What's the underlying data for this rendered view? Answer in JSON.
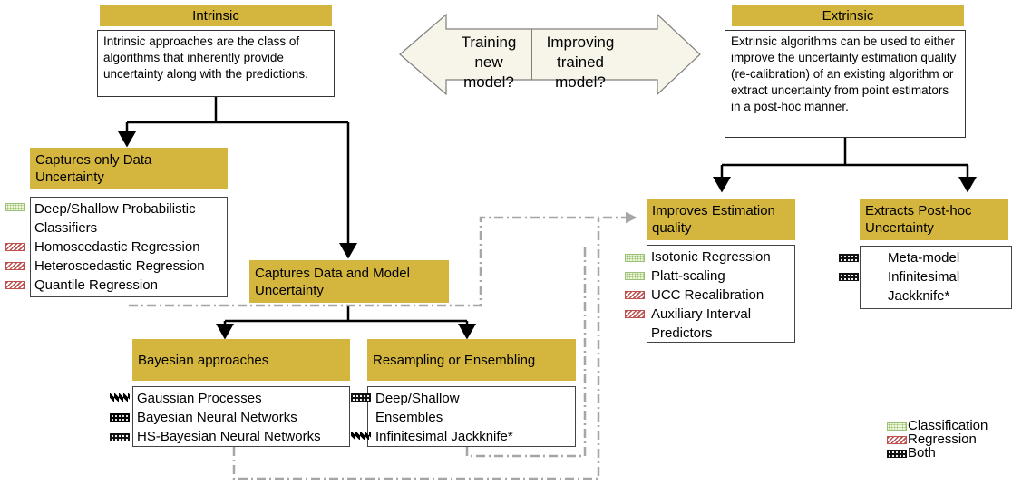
{
  "intrinsic": {
    "title": "Intrinsic",
    "description": "Intrinsic approaches are the class of algorithms that inherently provide uncertainty along with the predictions."
  },
  "extrinsic": {
    "title": "Extrinsic",
    "description": "Extrinsic algorithms can be used to either improve the uncertainty estimation quality (re-calibration) of an existing algorithm or extract uncertainty from point estimators in a post-hoc manner."
  },
  "question": {
    "left": "Training new model?",
    "right": "Improving trained model?"
  },
  "data_uncertainty": {
    "title": "Captures only Data Uncertainty",
    "items": [
      {
        "label": "Deep/Shallow Probabilistic Classifiers",
        "type": "classification"
      },
      {
        "label": "Homoscedastic Regression",
        "type": "regression"
      },
      {
        "label": "Heteroscedastic Regression",
        "type": "regression"
      },
      {
        "label": "Quantile Regression",
        "type": "regression"
      }
    ]
  },
  "data_model_uncertainty": {
    "title": "Captures Data and Model Uncertainty"
  },
  "bayesian": {
    "title": "Bayesian approaches",
    "items": [
      {
        "label": "Gaussian Processes",
        "type": "both"
      },
      {
        "label": "Bayesian Neural Networks",
        "type": "both"
      },
      {
        "label": "HS-Bayesian Neural Networks",
        "type": "both"
      }
    ]
  },
  "resampling": {
    "title": "Resampling or Ensembling",
    "items": [
      {
        "label": "Deep/Shallow Ensembles",
        "type": "both"
      },
      {
        "label": "Infinitesimal Jackknife*",
        "type": "both"
      }
    ]
  },
  "improves": {
    "title": "Improves Estimation quality",
    "items": [
      {
        "label": "Isotonic Regression",
        "type": "classification"
      },
      {
        "label": "Platt-scaling",
        "type": "classification"
      },
      {
        "label": "UCC Recalibration",
        "type": "regression"
      },
      {
        "label": "Auxiliary Interval Predictors",
        "type": "regression"
      }
    ]
  },
  "extracts": {
    "title": "Extracts Post-hoc Uncertainty",
    "items": [
      {
        "label": "Meta-model",
        "type": "both"
      },
      {
        "label": "Infinitesimal Jackknife*",
        "type": "both"
      }
    ]
  },
  "legend": {
    "classification": "Classification",
    "regression": "Regression",
    "both": "Both"
  },
  "colors": {
    "header": "#d4b63e",
    "classification": "#9cc077",
    "regression": "#c0504d",
    "both": "#111111",
    "dashed": "#a6a6a6"
  }
}
